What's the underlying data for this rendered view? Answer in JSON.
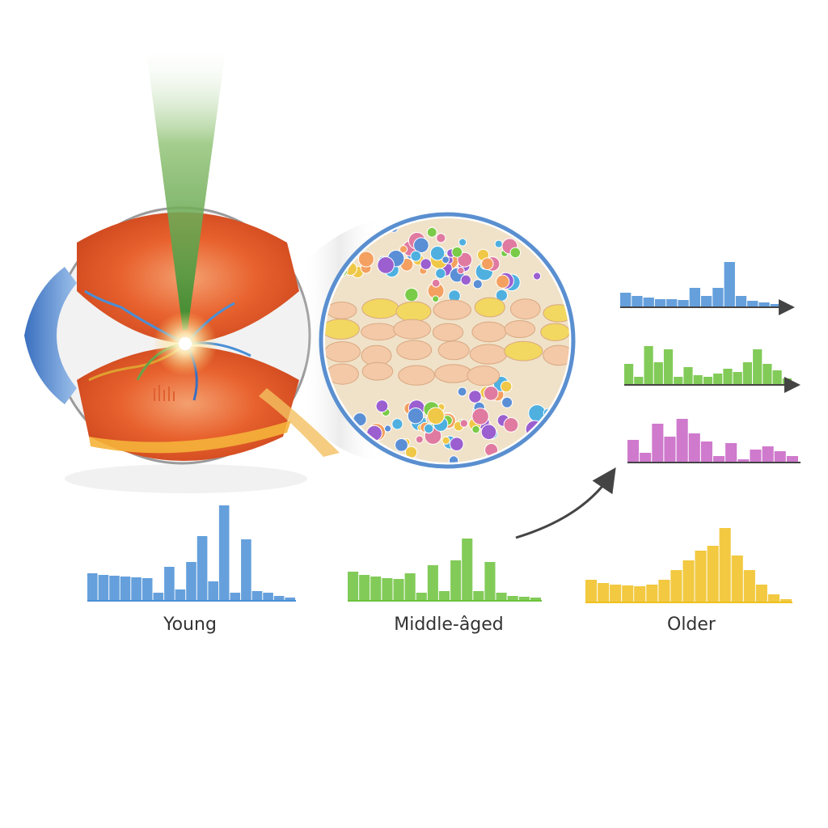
{
  "labels": {
    "young": "Young",
    "middle_aged": "Middle-âged",
    "older": "Older"
  },
  "colors": {
    "blue": "#4a8fd6",
    "green": "#6cc23c",
    "magenta": "#c763c4",
    "yellow": "#f0c020",
    "orange": "#e8a030",
    "laser": "#6aa24a",
    "eye": "#e2552a"
  },
  "histograms": [
    {
      "id": "young-large",
      "color": "blue",
      "values": [
        34,
        32,
        31,
        30,
        29,
        28,
        10,
        42,
        14,
        48,
        80,
        24,
        118,
        10,
        76,
        12,
        10,
        6,
        4
      ]
    },
    {
      "id": "middle-large",
      "color": "green",
      "values": [
        36,
        32,
        30,
        28,
        27,
        34,
        10,
        44,
        12,
        50,
        77,
        12,
        48,
        10,
        6,
        5,
        4
      ]
    },
    {
      "id": "older-large",
      "color": "yellow",
      "values": [
        28,
        24,
        22,
        21,
        20,
        22,
        28,
        40,
        52,
        64,
        70,
        92,
        58,
        40,
        22,
        10,
        4
      ]
    },
    {
      "id": "blue-small",
      "color": "blue",
      "values": [
        18,
        14,
        12,
        10,
        10,
        9,
        24,
        14,
        24,
        56,
        14,
        8,
        6,
        4
      ]
    },
    {
      "id": "green-small",
      "color": "green",
      "values": [
        26,
        10,
        48,
        28,
        44,
        10,
        22,
        12,
        10,
        14,
        20,
        16,
        28,
        44,
        26,
        18,
        8
      ]
    },
    {
      "id": "magenta-small",
      "color": "magenta",
      "values": [
        28,
        12,
        48,
        32,
        54,
        36,
        26,
        8,
        24,
        4,
        16,
        20,
        14,
        8
      ]
    }
  ]
}
